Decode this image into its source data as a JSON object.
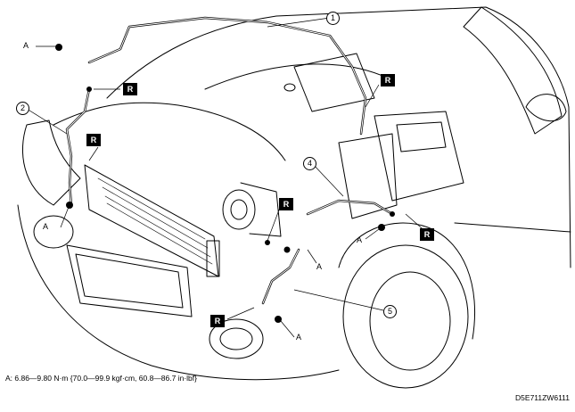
{
  "callouts": [
    "1",
    "2",
    "4",
    "5"
  ],
  "fastener_label": "A",
  "replace_marker": "R",
  "torque_note": "A: 6.86—9.80 N·m {70.0—99.9 kgf·cm, 60.8—86.7 in·lbf}",
  "figure_code": "D5E711ZW6111"
}
